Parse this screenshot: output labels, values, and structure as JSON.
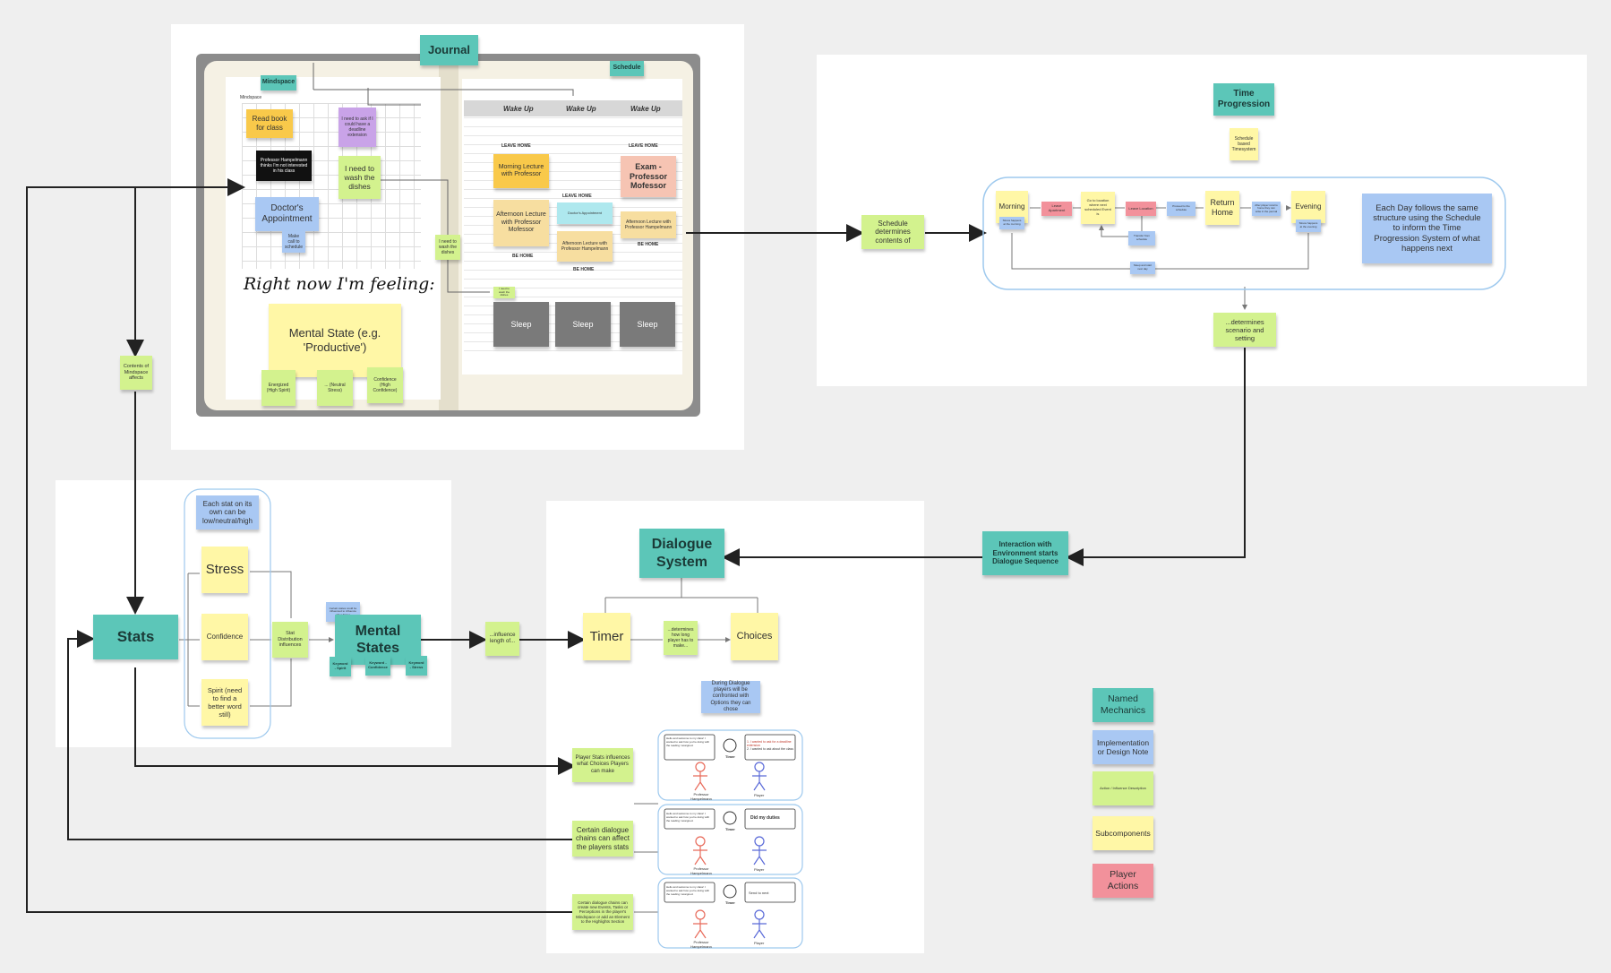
{
  "journal": {
    "title": "Journal",
    "mindspace": "Mindspace",
    "mindspace_small": "Mindspace",
    "schedule": "Schedule",
    "notes": {
      "read_book": "Read book for class",
      "deadline": "I need to ask if I could have a deadline extension",
      "professor": "Professor Hampelmann thinks I'm not interested in his class",
      "dishes": "I need to wash the dishes",
      "doctor": "Doctor's Appointment",
      "doctor_sub": "Make call to schedule",
      "wash_small": "I need to wash the dishes"
    },
    "feeling": "Right now I'm feeling:",
    "mental_state": "Mental State (e.g. 'Productive')",
    "mini_notes": [
      "Energized (High Spirit)",
      "... (Neutral Stress)",
      "Confidence (High Confidence)"
    ],
    "schedule_entries": {
      "wake_up": "Wake Up",
      "leave_home": "LEAVE HOME",
      "morning_lecture": "Morning Lecture with Professor",
      "exam": "Exam - Professor Mofessor",
      "afternoon_lecture": "Afternoon Lecture with Professor Mofessor",
      "doctors": "Doctor's Appointment",
      "afternoon_hampelmann": "Afternoon Lecture with Professor Hampelmann",
      "afternoon_hampelmann_right": "Afternoon Lecture with Professor Hampelmann",
      "be_home": "BE HOME",
      "sleep": "Sleep",
      "small_green": "I need to wash the dishes"
    }
  },
  "time": {
    "title": "Time Progression",
    "schedule_based": "Schedule based Timesystem",
    "morning": "Morning",
    "leave_apartment": "Leave Apartment",
    "go_to_location": "Go to location where next scheduled Event is",
    "leave_location": "Leave Location",
    "proceed": "Proceed to the schedule",
    "return_home": "Return Home",
    "after_return": "After player returns home they can write in the journal",
    "evening": "Evening",
    "morning_note": "Stress happens at the morning",
    "transfer": "Transfer from schedule",
    "sleep_loop": "Sleep and start next day",
    "evening_note": "Stress happens at the evening",
    "each_day": "Each Day follows the same structure using the Schedule to inform the Time Progression System of what happens next",
    "schedule_determines": "Schedule determines contents of",
    "determines_scenario": "...determines scenario and setting"
  },
  "interaction": "Interaction with Environment starts Dialogue Sequence",
  "dialogue": {
    "title": "Dialogue System",
    "timer": "Timer",
    "determines": "...determines how long player has to make...",
    "choices": "Choices",
    "during": "During Dialogue players will be confronted with Options they can chose",
    "player_stats_note": "Player Stats influences what Choices Players can make",
    "certain_affect": "Certain dialogue chains can affect the players stats",
    "certain_create": "Certain dialogue chains can create new Events, Tasks or Perceptions in the player's Mindspace or add an Element to the Highlights Section",
    "professor_label": "Professor Hampelmann",
    "player_label": "Player",
    "timer_label": "Timer",
    "bubble_prof": "Hello and welcome to my class! I wanted to ask how you're doing with the reading I assigned.",
    "bubble_choice1": "1. I wanted to ask for a deadline extension",
    "bubble_choice2": "2. I wanted to ask about the class",
    "bubble_did": "Did my duties",
    "bubble_next": "Send to next"
  },
  "stats": {
    "title": "Stats",
    "each_stat": "Each stat on its own can be low/neutral/high",
    "stress": "Stress",
    "confidence": "Confidence",
    "spirit": "Spirit (need to find a better word still)",
    "distribution": "Stat Distribution influences",
    "mental_states": "Mental States",
    "mental_note": "Certain states could be influenced to influence other States",
    "keyword_spirit": "Keyword - Spirit",
    "keyword_confidence": "Keyword - Confidence",
    "keyword_stress": "Keyword - Stress",
    "influence": "...influence length of...",
    "contents_mindspace": "Contents of Mindspace affects"
  },
  "legend": {
    "named": "Named Mechanics",
    "implementation": "Implementation or Design Note",
    "action": "Action / Influence Description",
    "subcomponents": "Subcomponents",
    "player_actions": "Player Actions"
  }
}
